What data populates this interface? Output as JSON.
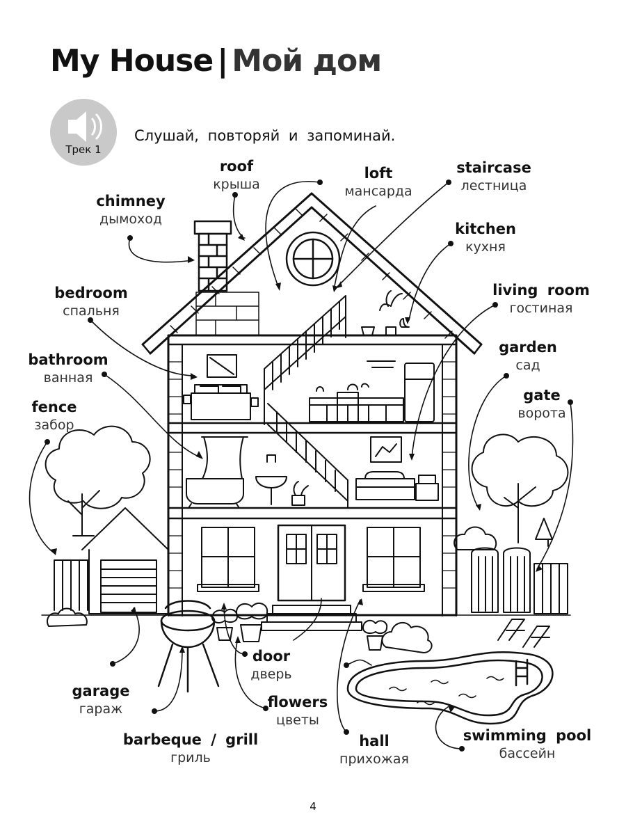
{
  "title": {
    "en": "My House",
    "sep": "|",
    "ru": "Мой дом"
  },
  "audio": {
    "label": "Трек 1",
    "icon": "speaker-icon"
  },
  "instruction": "Слушай, повторяй и запоминай.",
  "labels": {
    "roof": {
      "en": "roof",
      "ru": "крыша"
    },
    "loft": {
      "en": "loft",
      "ru": "мансарда"
    },
    "staircase": {
      "en": "staircase",
      "ru": "лестница"
    },
    "chimney": {
      "en": "chimney",
      "ru": "дымоход"
    },
    "kitchen": {
      "en": "kitchen",
      "ru": "кухня"
    },
    "bedroom": {
      "en": "bedroom",
      "ru": "спальня"
    },
    "living_room": {
      "en": "living room",
      "ru": "гостиная"
    },
    "bathroom": {
      "en": "bathroom",
      "ru": "ванная"
    },
    "garden": {
      "en": "garden",
      "ru": "сад"
    },
    "fence": {
      "en": "fence",
      "ru": "забор"
    },
    "gate": {
      "en": "gate",
      "ru": "ворота"
    },
    "door": {
      "en": "door",
      "ru": "дверь"
    },
    "garage": {
      "en": "garage",
      "ru": "гараж"
    },
    "flowers": {
      "en": "flowers",
      "ru": "цветы"
    },
    "barbeque": {
      "en": "barbeque / grill",
      "ru": "гриль"
    },
    "hall": {
      "en": "hall",
      "ru": "прихожая"
    },
    "pool": {
      "en": "swimming pool",
      "ru": "бассейн"
    }
  },
  "page_number": "4"
}
